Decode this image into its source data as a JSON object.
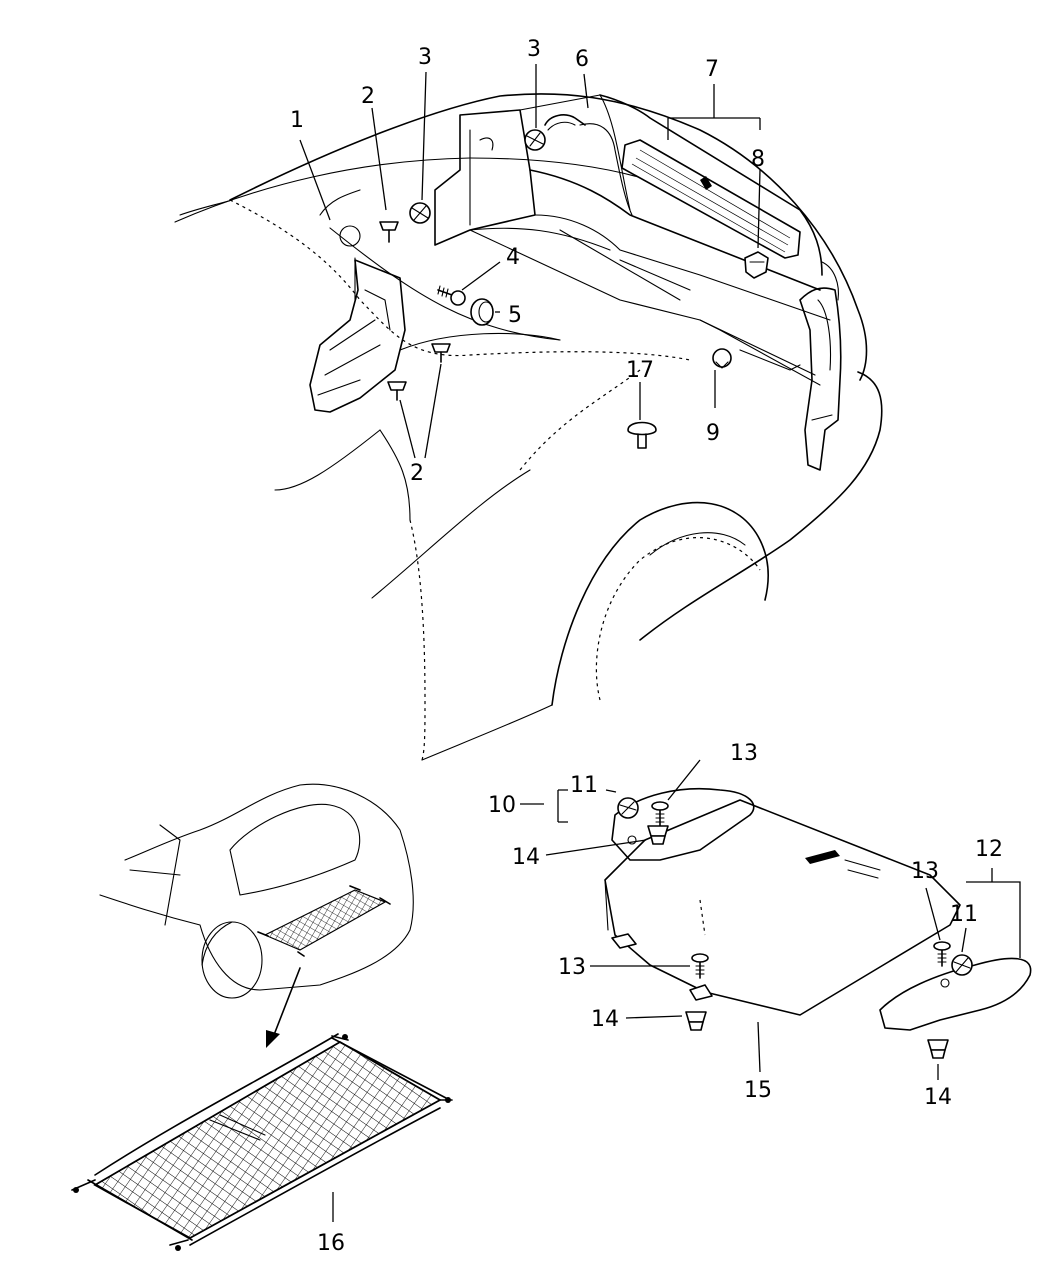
{
  "labels": {
    "l1": "1",
    "l2a": "2",
    "l2b": "2",
    "l3a": "3",
    "l3b": "3",
    "l4": "4",
    "l5": "5",
    "l6": "6",
    "l7": "7",
    "l8": "8",
    "l9": "9",
    "l10": "10",
    "l11a": "11",
    "l11b": "11",
    "l12": "12",
    "l13a": "13",
    "l13b": "13",
    "l13c": "13",
    "l14a": "14",
    "l14b": "14",
    "l14c": "14",
    "l15": "15",
    "l16": "16",
    "l17": "17"
  }
}
